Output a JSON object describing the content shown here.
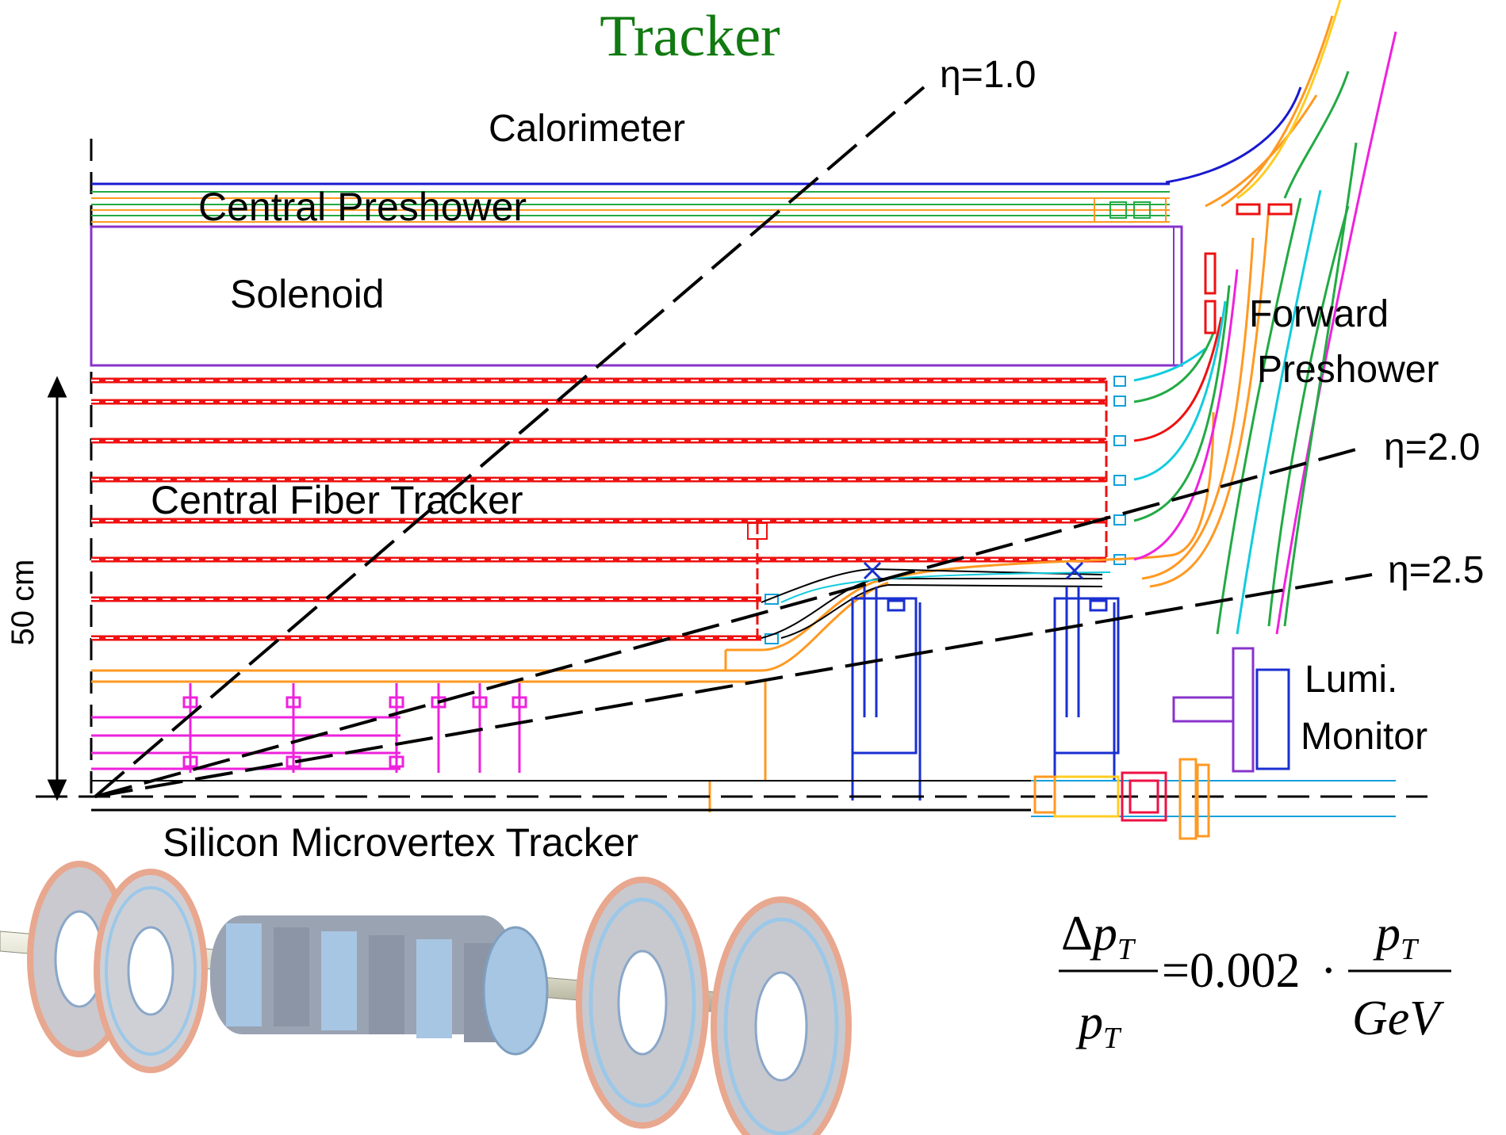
{
  "title": "Tracker",
  "labels": {
    "calorimeter": "Calorimeter",
    "central_preshower": "Central Preshower",
    "solenoid": "Solenoid",
    "forward_preshower_1": "Forward",
    "forward_preshower_2": "Preshower",
    "cft": "Central Fiber Tracker",
    "smt": "Silicon Microvertex Tracker",
    "lumi_1": "Lumi.",
    "lumi_2": "Monitor",
    "scale": "50 cm"
  },
  "eta_lines": [
    {
      "label": "η=1.0"
    },
    {
      "label": "η=2.0"
    },
    {
      "label": "η=2.5"
    }
  ],
  "formula": {
    "num_delta": "Δ",
    "p": "p",
    "sub_t": "T",
    "equals_value": "=0.002",
    "dot": "·",
    "den_gev": "GeV"
  },
  "colors": {
    "title": "#117a11",
    "fiber_layer": "#ee1111",
    "solenoid": "#8833cc",
    "calorimeter_edge": "#1a1ad0",
    "preshower_green": "#22aa44",
    "preshower_orange": "#ff9922",
    "smt_magenta": "#ee22dd",
    "support_blue": "#1a2fd0",
    "cable_cyan": "#11ccdd"
  }
}
